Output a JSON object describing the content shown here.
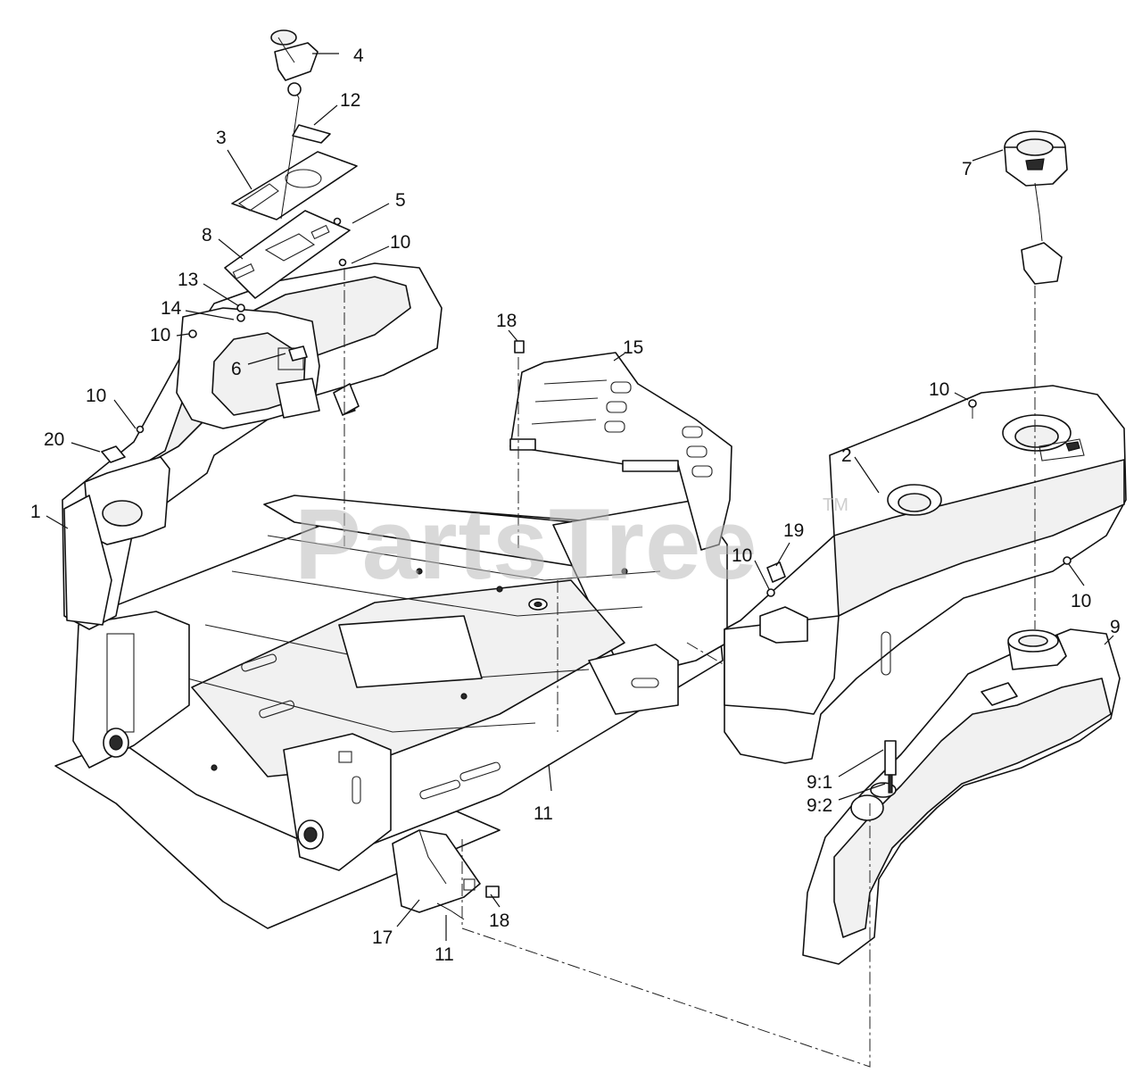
{
  "watermark": {
    "text": "PartsTree",
    "trademark": "TM"
  },
  "callouts": {
    "c1": "1",
    "c2": "2",
    "c3": "3",
    "c4": "4",
    "c5": "5",
    "c6": "6",
    "c7": "7",
    "c8": "8",
    "c9": "9",
    "c9_1": "9:1",
    "c9_2": "9:2",
    "c10a": "10",
    "c10b": "10",
    "c10c": "10",
    "c10d": "10",
    "c10e": "10",
    "c10f": "10",
    "c11a": "11",
    "c11b": "11",
    "c12": "12",
    "c13": "13",
    "c14": "14",
    "c15": "15",
    "c17": "17",
    "c18a": "18",
    "c18b": "18",
    "c19": "19",
    "c20": "20"
  }
}
